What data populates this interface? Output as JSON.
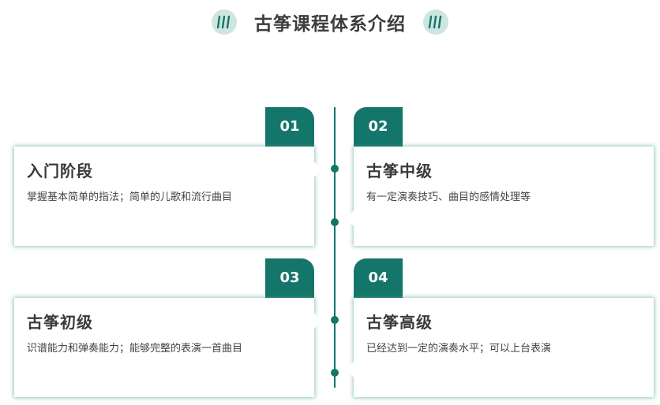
{
  "page": {
    "title": "古筝课程体系介绍",
    "accent_color": "#14766a",
    "deco_color": "#cfe5e0"
  },
  "stages": [
    {
      "number": "01",
      "title": "入门阶段",
      "description": "掌握基本简单的指法；简单的儿歌和流行曲目"
    },
    {
      "number": "02",
      "title": "古筝中级",
      "description": "有一定演奏技巧、曲目的感情处理等"
    },
    {
      "number": "03",
      "title": "古筝初级",
      "description": "识谱能力和弹奏能力；能够完整的表演一首曲目"
    },
    {
      "number": "04",
      "title": "古筝高级",
      "description": "已经达到一定的演奏水平；可以上台表演"
    }
  ]
}
